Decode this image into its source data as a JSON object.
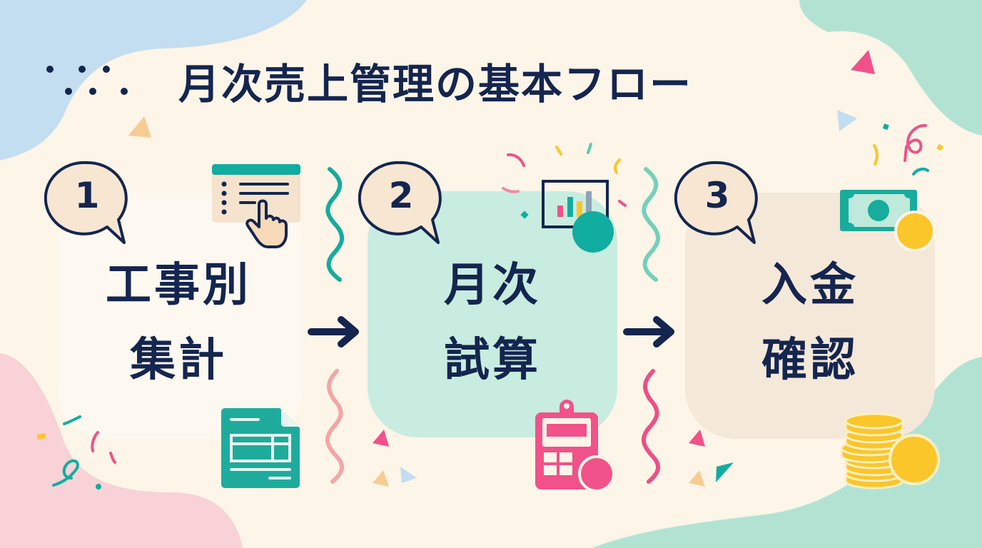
{
  "title": "月次売上管理の基本フロー",
  "colors": {
    "navy": "#14254f",
    "cream": "#fcf5e8",
    "teal": "#11ada0",
    "mint": "#b4e3d3",
    "pink": "#f05289",
    "yellow": "#fbc62a",
    "blue": "#c3ddf1",
    "rose": "#f8d3d8",
    "peach": "#f7cc93"
  },
  "steps": [
    {
      "number": "1",
      "line1": "工事別",
      "line2": "集計",
      "icon_top": "list-click-icon",
      "icon_bottom": "spreadsheet-document-icon"
    },
    {
      "number": "2",
      "line1": "月次",
      "line2": "試算",
      "icon_top": "bar-chart-icon",
      "icon_bottom": "calculator-clipboard-icon"
    },
    {
      "number": "3",
      "line1": "入金",
      "line2": "確認",
      "icon_top": "banknote-icon",
      "icon_bottom": "coin-stack-icon"
    }
  ],
  "arrows": [
    "arrow-right-icon",
    "arrow-right-icon"
  ]
}
